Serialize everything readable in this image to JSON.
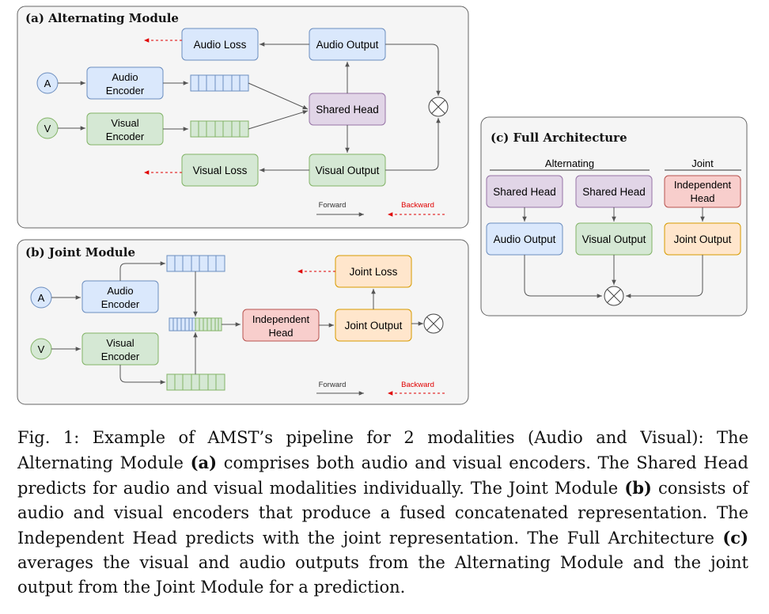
{
  "panels": {
    "a_title": "(a) Alternating Module",
    "b_title": "(b) Joint Module",
    "c_title": "(c) Full Architecture"
  },
  "inputs": {
    "audio": "A",
    "visual": "V"
  },
  "nodes": {
    "audio_encoder": [
      "Audio",
      "Encoder"
    ],
    "visual_encoder": [
      "Visual",
      "Encoder"
    ],
    "shared_head": "Shared Head",
    "audio_output": "Audio Output",
    "visual_output": "Visual Output",
    "audio_loss": "Audio Loss",
    "visual_loss": "Visual Loss",
    "independent_head": [
      "Independent",
      "Head"
    ],
    "joint_output": "Joint Output",
    "joint_loss": "Joint Loss"
  },
  "legend": {
    "forward": "Forward",
    "backward": "Backward"
  },
  "full_arch": {
    "alternating": "Alternating",
    "joint": "Joint"
  },
  "caption": {
    "p1": "Fig. 1: Example of AMST’s pipeline for 2 modalities (Audio and Visual): The Alternating Module ",
    "b1": "(a)",
    "p2": " comprises both audio and visual encoders. The Shared Head predicts for audio and visual modalities individually. The Joint Module ",
    "b2": "(b)",
    "p3": " consists of audio and visual encoders that produce a fused concatenated representation. The Independent Head predicts with the joint representation. The Full Architecture ",
    "b3": "(c)",
    "p4": " averages the visual and audio outputs from the Alternating Module and the joint output from the Joint Module for a prediction."
  },
  "colors": {
    "blue_fill": "#dae8fc",
    "blue_stroke": "#6c8ebf",
    "green_fill": "#d5e8d4",
    "green_stroke": "#82b366",
    "purple_fill": "#e1d5e7",
    "purple_stroke": "#9673a6",
    "red_fill": "#f8cecc",
    "red_stroke": "#b85450",
    "orange_fill": "#ffe6cc",
    "orange_stroke": "#d79b00",
    "panel_fill": "#f5f5f5",
    "panel_stroke": "#666666",
    "backward": "#e00000"
  }
}
